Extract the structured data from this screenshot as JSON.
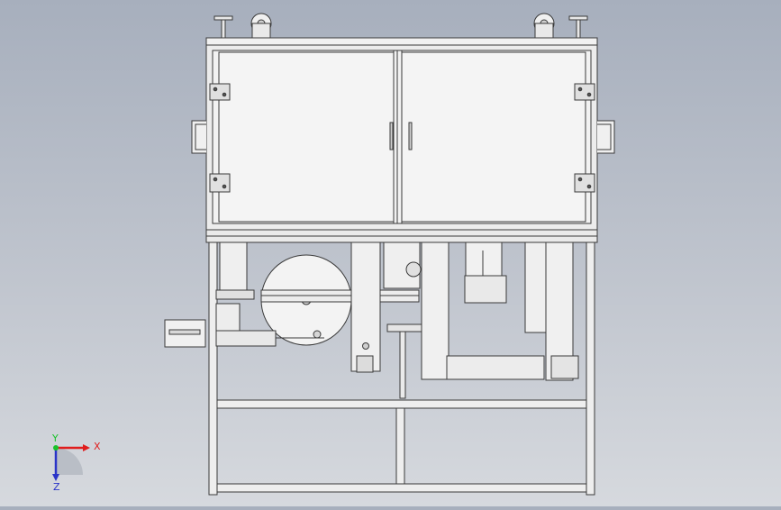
{
  "view": {
    "type": "CAD front view (machine frame with cabinet, rollers and pneumatic assemblies)",
    "background_top": "#a7afbd",
    "background_bottom": "#d6d9de"
  },
  "triad": {
    "x_label": "X",
    "y_label": "Y",
    "z_label": "Z",
    "x_color": "#e01d1d",
    "y_color": "#19c22b",
    "z_color": "#2a34c8"
  }
}
